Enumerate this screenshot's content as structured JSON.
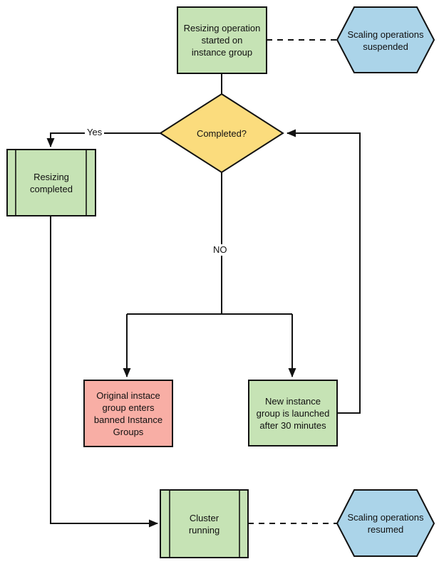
{
  "diagram": {
    "type": "flowchart",
    "nodes": {
      "start": {
        "label": "Resizing operation\nstarted on\ninstance group",
        "shape": "rectangle",
        "fill": "#c6e3b5"
      },
      "suspended": {
        "label": "Scaling operations\nsuspended",
        "shape": "hexagon",
        "fill": "#abd4e9"
      },
      "decision": {
        "label": "Completed?",
        "shape": "diamond",
        "fill": "#fbdc7d"
      },
      "resizing_completed": {
        "label": "Resizing\ncompleted",
        "shape": "predefined-process",
        "fill": "#c6e3b5"
      },
      "banned": {
        "label": "Original instace\ngroup enters\nbanned Instance\nGroups",
        "shape": "rectangle",
        "fill": "#f8aea5"
      },
      "new_group": {
        "label": "New instance\ngroup is launched\nafter 30 minutes",
        "shape": "rectangle",
        "fill": "#c6e3b5"
      },
      "cluster": {
        "label": "Cluster\nrunning",
        "shape": "predefined-process",
        "fill": "#c6e3b5"
      },
      "resumed": {
        "label": "Scaling operations\nresumed",
        "shape": "hexagon",
        "fill": "#abd4e9"
      }
    },
    "edge_labels": {
      "yes": "Yes",
      "no": "NO"
    },
    "colors": {
      "stroke": "#121212",
      "green": "#c6e3b5",
      "blue": "#abd4e9",
      "yellow": "#fbdc7d",
      "red": "#f8aea5",
      "background": "#ffffff"
    }
  }
}
